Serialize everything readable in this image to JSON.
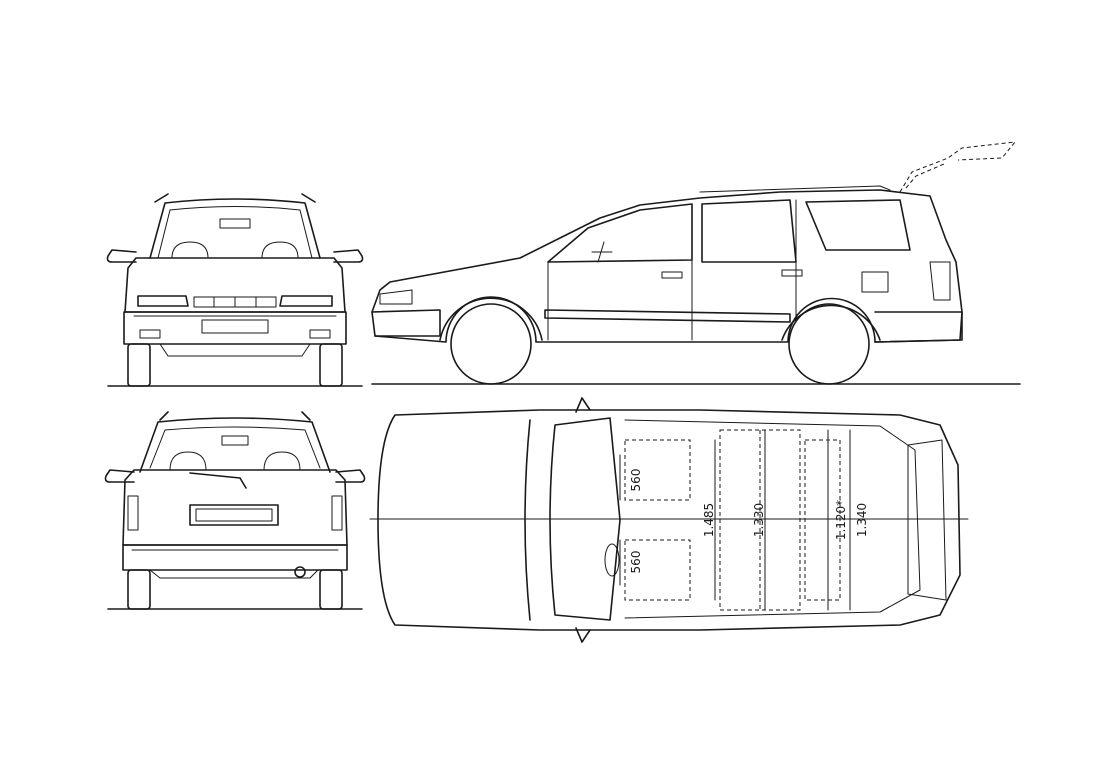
{
  "dimensions": [
    {
      "id": "shoulder-front",
      "label": "560"
    },
    {
      "id": "hip-front",
      "label": "560"
    },
    {
      "id": "length-front",
      "label": "1.485"
    },
    {
      "id": "length-mid",
      "label": "1.330"
    },
    {
      "id": "length-rear",
      "label": "1.120*"
    },
    {
      "id": "length-cargo",
      "label": "1.340"
    }
  ]
}
